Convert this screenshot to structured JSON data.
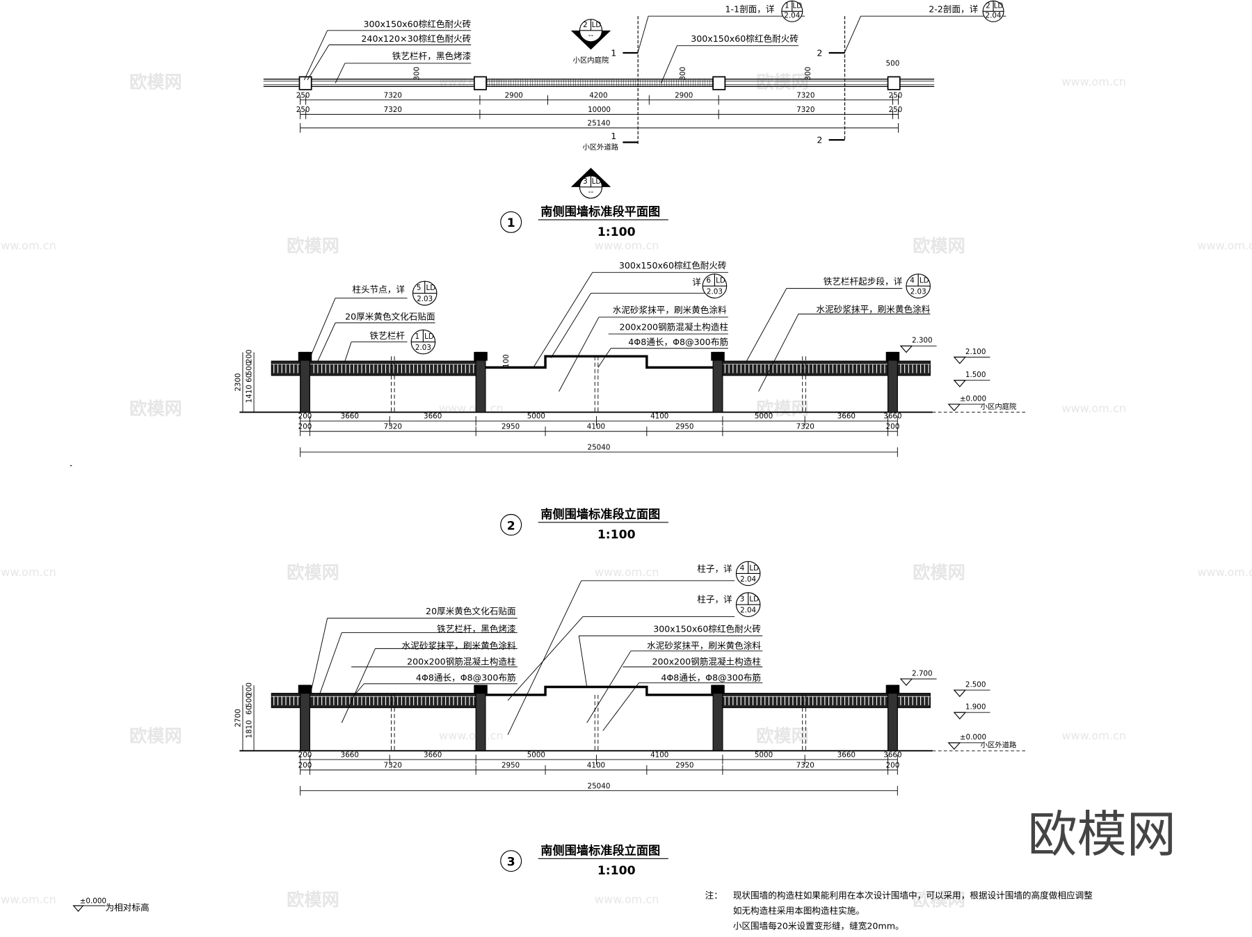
{
  "plan": {
    "labels": [
      "300x150x60棕红色耐火砖",
      "240x120×30棕红色耐火砖",
      "铁艺栏杆，黑色烤漆",
      "300x150x60棕红色耐火砖",
      "1-1剖面，详",
      "2-2剖面，详"
    ],
    "section_marks": [
      "1",
      "1",
      "2",
      "2"
    ],
    "callout_11": {
      "num": "1",
      "sheet": "LD",
      "page": "2.04"
    },
    "callout_22": {
      "num": "2",
      "sheet": "LD",
      "page": "2.04"
    },
    "view_2": {
      "num": "2",
      "sheet": "LD",
      "page": "--",
      "caption": "小区内庭院"
    },
    "view_3": {
      "num": "3",
      "sheet": "LD",
      "page": "--",
      "caption": ""
    },
    "outer_caption": "小区外道路",
    "dims_row1": [
      "250",
      "7320",
      "2900",
      "4200",
      "2900",
      "7320",
      "250"
    ],
    "dims_row2": [
      "250",
      "7320",
      "10000",
      "7320",
      "250"
    ],
    "dims_total": "25140",
    "dims_vertical": [
      "300",
      "300",
      "300",
      "500"
    ],
    "title_num": "1",
    "title": "南侧围墙标准段平面图",
    "scale": "1:100"
  },
  "elev2": {
    "labels": [
      "柱头节点，详",
      "20厚米黄色文化石贴面",
      "铁艺栏杆",
      "300x150x60棕红色耐火砖",
      "详",
      "水泥砂浆抹平，刷米黄色涂料",
      "200x200钢筋混凝土构造柱",
      "4Φ8通长，Φ8@300布筋",
      "铁艺栏杆起步段，详",
      "水泥砂浆抹平，刷米黄色涂料"
    ],
    "callouts": [
      {
        "num": "5",
        "sheet": "LD",
        "page": "2.03"
      },
      {
        "num": "1",
        "sheet": "LD",
        "page": "2.03"
      },
      {
        "num": "6",
        "sheet": "LD",
        "page": "2.03"
      },
      {
        "num": "4",
        "sheet": "LD",
        "page": "2.03"
      }
    ],
    "levels": [
      "2.300",
      "2.100",
      "1.500",
      "±0.000"
    ],
    "ground_caption": "小区内庭院",
    "vdims": [
      "200",
      "500",
      "60",
      "1410",
      "2300"
    ],
    "step_dim": "100",
    "dims_row1": [
      "200",
      "3660",
      "3660",
      "5000",
      "4100",
      "5000",
      "3660",
      "3660",
      "200"
    ],
    "dims_row2": [
      "200",
      "7320",
      "2950",
      "4100",
      "2950",
      "7320",
      "200"
    ],
    "dims_total": "25040",
    "title_num": "2",
    "title": "南侧围墙标准段立面图",
    "scale": "1:100"
  },
  "elev3": {
    "labels": [
      "20厚米黄色文化石贴面",
      "铁艺栏杆，黑色烤漆",
      "水泥砂浆抹平，刷米黄色涂料",
      "200x200钢筋混凝土构造柱",
      "4Φ8通长，Φ8@300布筋",
      "柱子，详",
      "柱子，详",
      "300x150x60棕红色耐火砖",
      "水泥砂浆抹平，刷米黄色涂料",
      "200x200钢筋混凝土构造柱",
      "4Φ8通长，Φ8@300布筋"
    ],
    "callouts": [
      {
        "num": "4",
        "sheet": "LD",
        "page": "2.04"
      },
      {
        "num": "3",
        "sheet": "LD",
        "page": "2.04"
      }
    ],
    "levels": [
      "2.700",
      "2.500",
      "1.900",
      "±0.000"
    ],
    "ground_caption": "小区外道路",
    "vdims": [
      "200",
      "500",
      "60",
      "1810",
      "2700"
    ],
    "dims_row1": [
      "200",
      "3660",
      "3660",
      "5000",
      "4100",
      "5000",
      "3660",
      "3660",
      "200"
    ],
    "dims_row2": [
      "200",
      "7320",
      "2950",
      "4100",
      "2950",
      "7320",
      "200"
    ],
    "dims_total": "25040",
    "title_num": "3",
    "title": "南侧围墙标准段立面图",
    "scale": "1:100"
  },
  "legend": {
    "level": "±0.000",
    "text": "为相对标高"
  },
  "notes": {
    "prefix": "注：",
    "lines": [
      "现状围墙的构造柱如果能利用在本次设计围墙中，可以采用，根据设计围墙的高度做相应调整",
      "如无构造柱采用本图构造柱实施。",
      "小区围墙每20米设置变形缝，缝宽20mm。"
    ]
  },
  "watermark": {
    "brand": "欧模网",
    "url": "www.om.cn"
  }
}
